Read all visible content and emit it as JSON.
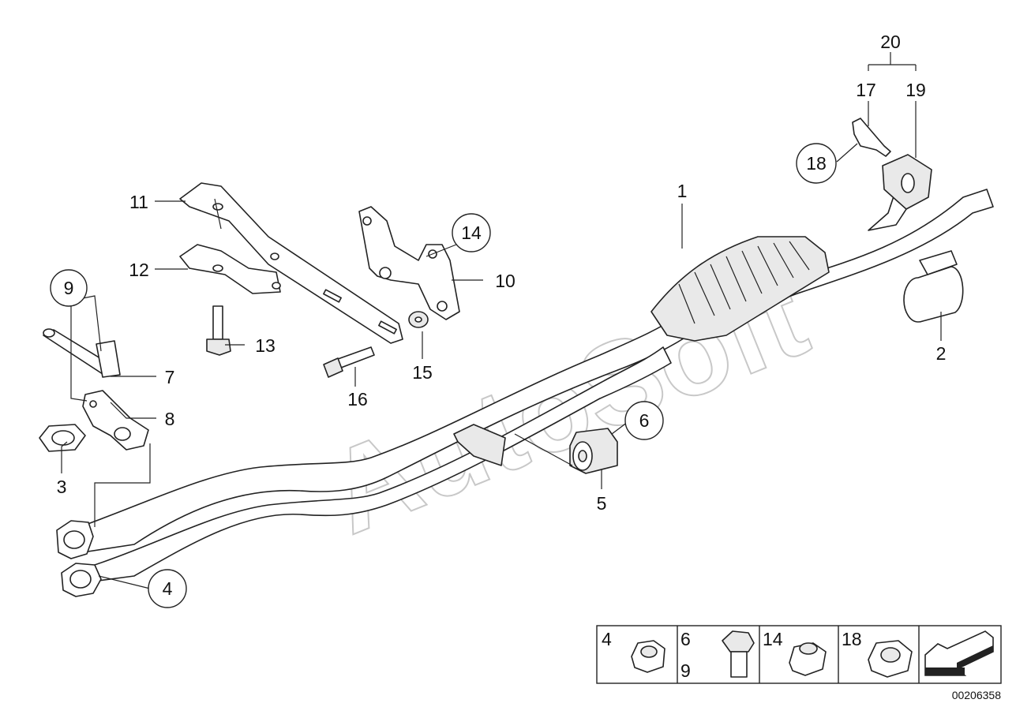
{
  "watermark": "AutoSoft",
  "callouts": {
    "p1": "1",
    "p2": "2",
    "p3": "3",
    "p4": "4",
    "p5": "5",
    "p6": "6",
    "p7": "7",
    "p8": "8",
    "p9": "9",
    "p10": "10",
    "p11": "11",
    "p12": "12",
    "p13": "13",
    "p14": "14",
    "p15": "15",
    "p16": "16",
    "p17": "17",
    "p18": "18",
    "p19": "19",
    "p20": "20"
  },
  "legend": {
    "cell1": "4",
    "cell2_top": "6",
    "cell2_bottom": "9",
    "cell3": "14",
    "cell4": "18"
  },
  "reference_number": "00206358"
}
